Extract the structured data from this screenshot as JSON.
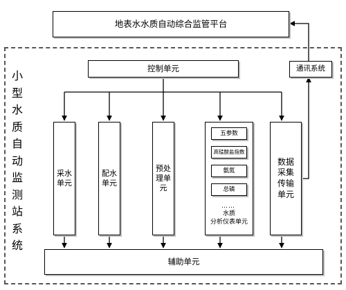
{
  "platform": {
    "label": "地表水水质自动综合监管平台"
  },
  "system": {
    "title": [
      "小",
      "型",
      "水",
      "质",
      "自",
      "动",
      "监",
      "测",
      "站",
      "系",
      "统"
    ]
  },
  "control": {
    "label": "控制单元"
  },
  "comm": {
    "label": "通讯系统"
  },
  "modules": {
    "sampling": [
      "采水",
      "单元"
    ],
    "distribution": [
      "配水",
      "单元"
    ],
    "pretreatment": [
      "预处",
      "理单",
      "元"
    ],
    "data": [
      "数据",
      "采集",
      "传输",
      "单元"
    ]
  },
  "analyzer": {
    "items": [
      "五参数",
      "高锰酸盐指数",
      "氨氮",
      "总磷"
    ],
    "ellipsis": "……",
    "label": [
      "水质",
      "分析仪表单元"
    ]
  },
  "auxiliary": {
    "label": "辅助单元"
  }
}
